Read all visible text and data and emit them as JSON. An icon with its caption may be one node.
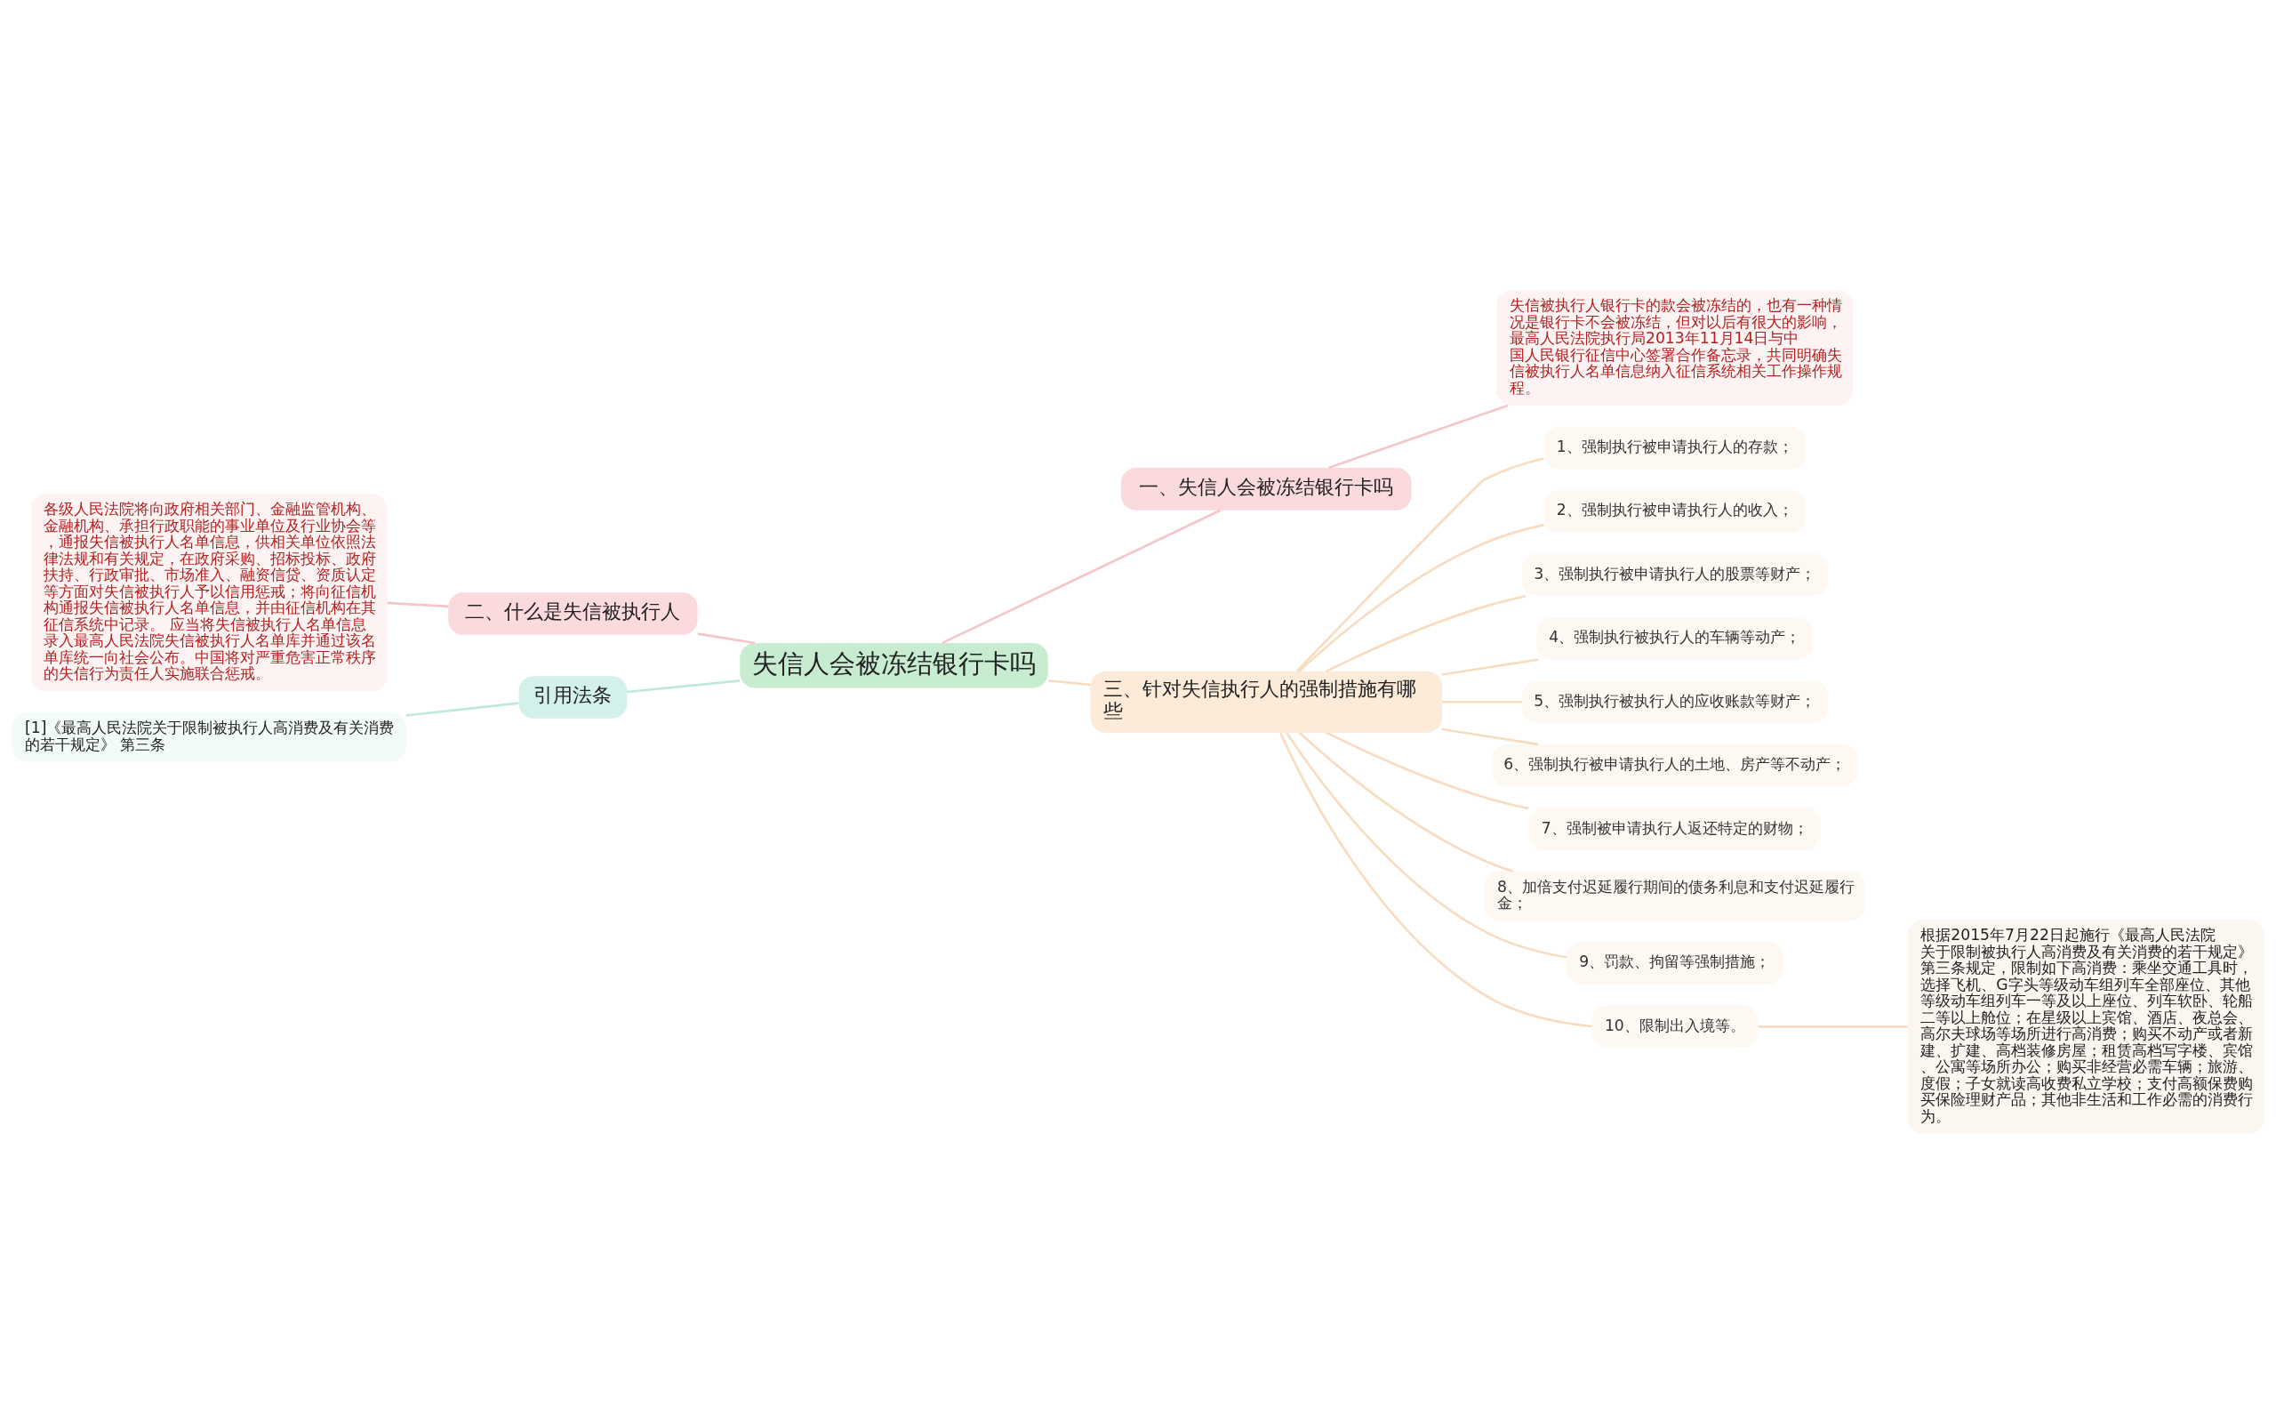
{
  "diagram": {
    "nodes": [
      {
        "text": [
          "失信人会被冻结银行卡吗"
        ]
      },
      {
        "text": [
          "一、失信人会被冻结银行卡吗"
        ]
      },
      {
        "text": [
          "失信被执行人银行卡的款会被冻结的，也有一种情况是银行卡不会被冻结，但对以后有很大的影响，最高人民法院执行局2013年11月14日与中国人民银行征信中心签署合作备忘录，共同明确失信被执行人名单信息纳入征信系统相关工作操作规程。"
        ]
      },
      {
        "text": [
          "三、针对失信执行人的强制措施有哪些"
        ]
      },
      {
        "text": [
          "1、强制执行被申请执行人的存款；"
        ]
      },
      {
        "text": [
          "2、强制执行被申请执行人的收入；"
        ]
      },
      {
        "text": [
          "3、强制执行被申请执行人的股票等财产；"
        ]
      },
      {
        "text": [
          "4、强制执行被执行人的车辆等动产；"
        ]
      },
      {
        "text": [
          "5、强制执行被执行人的应收账款等财产；"
        ]
      },
      {
        "text": [
          "6、强制执行被申请执行人的土地、房产等不动产；"
        ]
      },
      {
        "text": [
          "7、强制被申请执行人返还特定的财物；"
        ]
      },
      {
        "text": [
          "8、加倍支付迟延履行期间的债务利息和支付迟延履行金；"
        ]
      },
      {
        "text": [
          "9、罚款、拘留等强制措施；"
        ]
      },
      {
        "text": [
          "10、限制出入境等。"
        ]
      },
      {
        "text": [
          "根据2015年7月22日起施行《最高人民法院关于限制被执行人高消费及有关消费的若干规定》第三条规定，限制如下高消费：乘坐交通工具时，选择飞机、G字头等级动车组列车全部座位、其他等级动车组列车一等及以上座位、列车软卧、轮船二等以上舱位；在星级以上宾馆、酒店、夜总会、高尔夫球场等场所进行高消费；购买不动产或者新建、扩建、高档装修房屋；租赁高档写字楼、宾馆、公寓等场所办公；购买非经营必需车辆；旅游、度假；子女就读高收费私立学校；支付高额保费购买保险理财产品；其他非生活和工作必需的消费行为。"
        ]
      },
      {
        "text": [
          "二、什么是失信被执行人"
        ]
      },
      {
        "text": [
          "各级人民法院将向政府相关部门、金融监管机构、金融机构、承担行政职能的事业单位及行业协会等，通报失信被执行人名单信息，供相关单位依照法律法规和有关规定，在政府采购、招标投标、政府扶持、行政审批、市场准入、融资信贷、资质认定等方面对失信被执行人予以信用惩戒；将向征信机构通报失信被执行人名单信息，并由征信机构在其征信系统中记录。 应当将失信被执行人名单信息录入最高人民法院失信被执行人名单库并通过该名单库统一向社会公布。中国将对严重危害正常秩序的失信行为责任人实施联合惩戒。"
        ]
      },
      {
        "text": [
          "引用法条"
        ]
      },
      {
        "text": [
          "[1]《最高人民法院关于限制被执行人高消费及有关消费的若干规定》 第三条"
        ]
      }
    ],
    "edges": [
      {
        "from": 0,
        "to": 1,
        "arrow": "none",
        "color": "#f4c6c9"
      },
      {
        "from": 1,
        "to": 2,
        "arrow": "none",
        "color": "#f4c6c9"
      },
      {
        "from": 0,
        "to": 3,
        "arrow": "none"
      },
      {
        "from": 3,
        "to": 4,
        "arrow": "none"
      },
      {
        "from": 3,
        "to": 5,
        "arrow": "none"
      },
      {
        "from": 3,
        "to": 6,
        "arrow": "none"
      },
      {
        "from": 3,
        "to": 7,
        "arrow": "none"
      },
      {
        "from": 3,
        "to": 8,
        "arrow": "none"
      },
      {
        "from": 3,
        "to": 9,
        "arrow": "none"
      },
      {
        "from": 3,
        "to": 10,
        "arrow": "none"
      },
      {
        "from": 3,
        "to": 11,
        "arrow": "none"
      },
      {
        "from": 3,
        "to": 12,
        "arrow": "none"
      },
      {
        "from": 3,
        "to": 13,
        "arrow": "none"
      },
      {
        "from": 13,
        "to": 14,
        "arrow": "none"
      },
      {
        "from": 0,
        "to": 15,
        "arrow": "none",
        "color": "#f4c6c9"
      },
      {
        "from": 15,
        "to": 16,
        "arrow": "none",
        "color": "#f4c6c9"
      },
      {
        "from": 0,
        "to": 17,
        "arrow": "none",
        "color": "#bfe8df"
      },
      {
        "from": 17,
        "to": 18,
        "arrow": "none",
        "color": "#bfe8df"
      }
    ]
  }
}
